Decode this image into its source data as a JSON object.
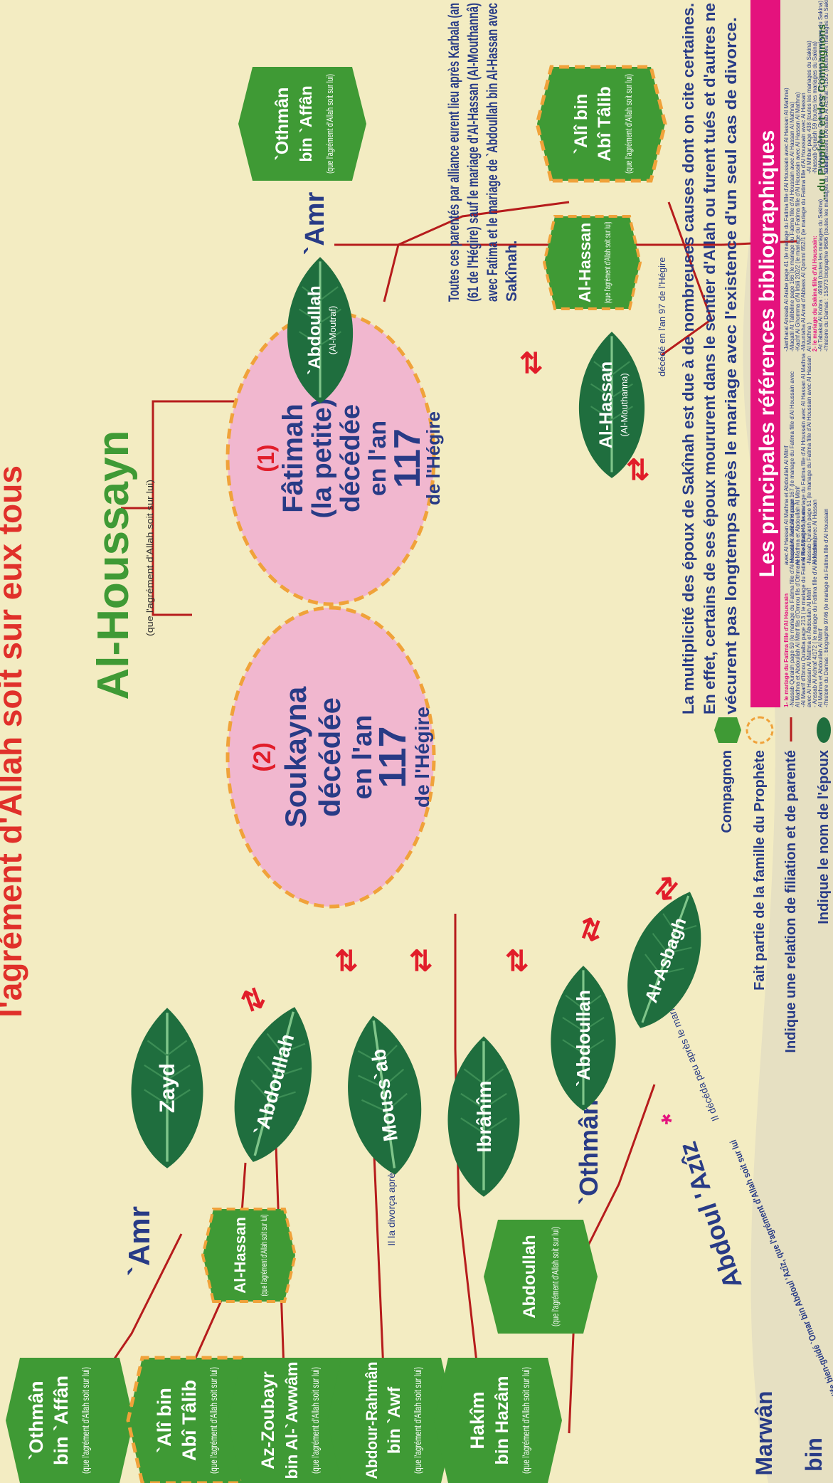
{
  "header": {
    "title_fragment": "l'agrément d'Allah soit sur eux tous",
    "top_right_line1": "...du Prophète et des Compagnons"
  },
  "root": {
    "name": "Al-Houssayn",
    "honorific": "(que l'agrément d'Allah soit sur lui)"
  },
  "wives": [
    {
      "num": "(2)",
      "name": "Soukayna",
      "l2": "décédée",
      "l3": "en l'an",
      "year": "117",
      "l5": "de l'Hégire"
    },
    {
      "num": "(1)",
      "name": "Fâtimah",
      "l2": "(la petite)",
      "l3": "décédée",
      "l4": "en l'an",
      "year": "117",
      "l6": "de l'Hégire"
    }
  ],
  "husbands": {
    "zayd": "Zayd",
    "abdoullah1": "`Abdoullah",
    "moussab": "Mouss`ab",
    "ibrahim": "Ibrâhîm",
    "abdoullah2": "`Abdoullah",
    "asbagh": "Al-Asbagh",
    "abdoullah_moutraf": "`Abdoullah",
    "moutraf": "(Al-Moutraf)",
    "hassan_m": "Al-Hassan",
    "mouthanna": "(Al-Mouthanna)"
  },
  "fathers_left": {
    "amr": "`Amr",
    "hassan": "Al-Hassan",
    "hassan_h": "(que l'agrément d'Allah soit sur lui)",
    "abdoullah_c": "Abdoullah",
    "abdoullah_h": "(que l'agrément d'Allah soit sur lui)",
    "othman": "`Othmân",
    "abdoul_aziz": "Abdoul 'Azîz",
    "aziz_note": "Le frère du calife bien-guidé `Omar bin Abdoul 'Azîz, que l'agrément d'Allah soit sur lui",
    "aziz_star": "*",
    "aziz_died": "Il décéda peu après le mariage",
    "divorce_note": "Il la divorça après trois mois",
    "marwan": "Marwân",
    "bin": "bin"
  },
  "grandfathers_left": [
    {
      "l1": "`Othmân",
      "l2": "bin `Affân",
      "h": "(que l'agrément d'Allah soit sur lui)"
    },
    {
      "l1": "`Alî bin",
      "l2": "Abî Tâlib",
      "h": "(que l'agrément d'Allah soit sur lui)"
    },
    {
      "l1": "Az-Zoubayr",
      "l2": "bin Al-`Awwâm",
      "h": "(que l'agrément d'Allah soit sur lui)"
    },
    {
      "l1": "Abdour-Rahmân",
      "l2": "bin `Awf",
      "h": "(que l'agrément d'Allah soit sur lui)"
    },
    {
      "l1": "Hakîm",
      "l2": "bin Hazâm",
      "h": "(que l'agrément d'Allah soit sur lui)"
    }
  ],
  "right_side": {
    "intro": [
      "Toutes ces parentés par alliance eurent lieu après Karbala (an",
      "(61 de l'Hégire) sauf le mariage d'Al-Hassan (Al-Mouthannâ)",
      "avec Fatima et le mariage de `Abdoullah bin Al-Hassan avec",
      "Sakînah."
    ],
    "amr": "`Amr",
    "othman": {
      "l1": "`Othmân",
      "l2": "bin `Affân",
      "h": "(que l'agrément d'Allah soit sur lui)"
    },
    "hassan_c": "Al-Hassan",
    "hassan_c_h": "(que l'agrément d'Allah soit sur lui)",
    "ali": {
      "l1": "`Alî bin",
      "l2": "Abî Tâlib",
      "h": "(que l'agrément d'Allah soit sur lui)"
    },
    "died_note": "décédé en l'an 97 de l'Hégire"
  },
  "summary": [
    "La multiplicité des époux de Sakînah est due à de nombreuses causes dont on cite certaines.",
    "En effet, certains de ses époux moururent dans le sentier d'Allah ou furent tués et d'autres ne",
    "vécurent pas longtemps après le mariage avec l'existence d'un seul cas de divorce."
  ],
  "refs": {
    "title": "Les principales références bibliographiques",
    "left": [
      "1- le mariage du Fatima fille d'Al Houssain",
      "-Nassab Quraish page 59 (le mariage du Fatima fille d'Al Houssain avec Al Hassan",
      "Al Mathna et Abdoullah Al Mitrif fils d'Omrou fils d'Othmane",
      "-Al Maarif d'Ibnou Qutaiba page 213 ( le mariage du Fatima fille Mitrif Houssain",
      "avec Al Hassan Al Mathna et Abdoullah Al Mitrif",
      "- Anssab Al Achraf 4/172 ( le mariage du Fatima fille d'Al Houssain avec Al Hassan",
      "Al Mathna et Abdoullah Al Mitrif",
      "-l'histoire du Damas : biographie 9746 (le mariage du Fatima fille d'Al Houssain",
      "avec Al Hassan Al Mathna et Abdoullah Al Mitrif",
      "-Maqatil At Tallibiline page 167 (le mariage du Fatima fille d'Al Houssain avec",
      "Al Mathna et Abdoullah Al Mitrif",
      "- Al Assli page 6 (le mariage du Fatima fille d'Al Houssain avec Al Hassan Al Mathna",
      "-Nassab Quraish page 51 (le mariage du Fatima fille d'Al Houssain avec Al Hassan",
      "Al Mathna)"
    ],
    "right": [
      "-Jamharat Anssab Al Arabe page 41 (le mariage du Fatima fille d'Al Houssain avec Al Hassan Al Mathna)",
      "-Maqatil At Tallibiline page 166 (le mariage du Fatima fille d'Al Houssain avec Al Hassan Al Mathna)",
      "-Kachf Al Ghomma d'Al Irbili 202/2 (le mariage du Fatima fille d'Al Houssain avec Al Hassan Al Mathna)",
      "-Mountaha Al Amal d'Abbass Al Qommi 652/1 (le mariage du Fatima fille d'Al Houssain avec Al Hassan",
      "Al Mathna )",
      "2- le mariage du Sakina fille d'Al Houssain:",
      "-At Tabakat Al Kobra : 469/8 (toutes les mariages du Sakina)",
      "-l'histoire du Damas : 153/73 biographie 9696 (toutes les mariages du Sakina)",
      "-Nassab Quraish 59 (toutes les mariages du Sakina)",
      "-Al Maarif d'Ibnou Qutaiba page 214 (toutes les mariages du Sakina)",
      "-Des phrases d'Anssab Al Achraf: 416/2 (toutes les mariages du Sakina)",
      "-Al Mihbar page 438 (toutes les mariages du Sakina)"
    ]
  },
  "legend": {
    "companion": "Compagnon",
    "family": "Fait partie de la famille du Prophète",
    "relation": "Indique une relation de filiation et de parenté",
    "spouse": "Indique le nom de l'époux"
  },
  "colors": {
    "green": "#3f9a35",
    "leaf": "#1f6e3e",
    "pink": "#f1b7cf",
    "orange": "#f0a23a",
    "blue": "#283b86",
    "red": "#e11d2a",
    "magenta": "#e4127d",
    "line": "#b61c1c"
  }
}
